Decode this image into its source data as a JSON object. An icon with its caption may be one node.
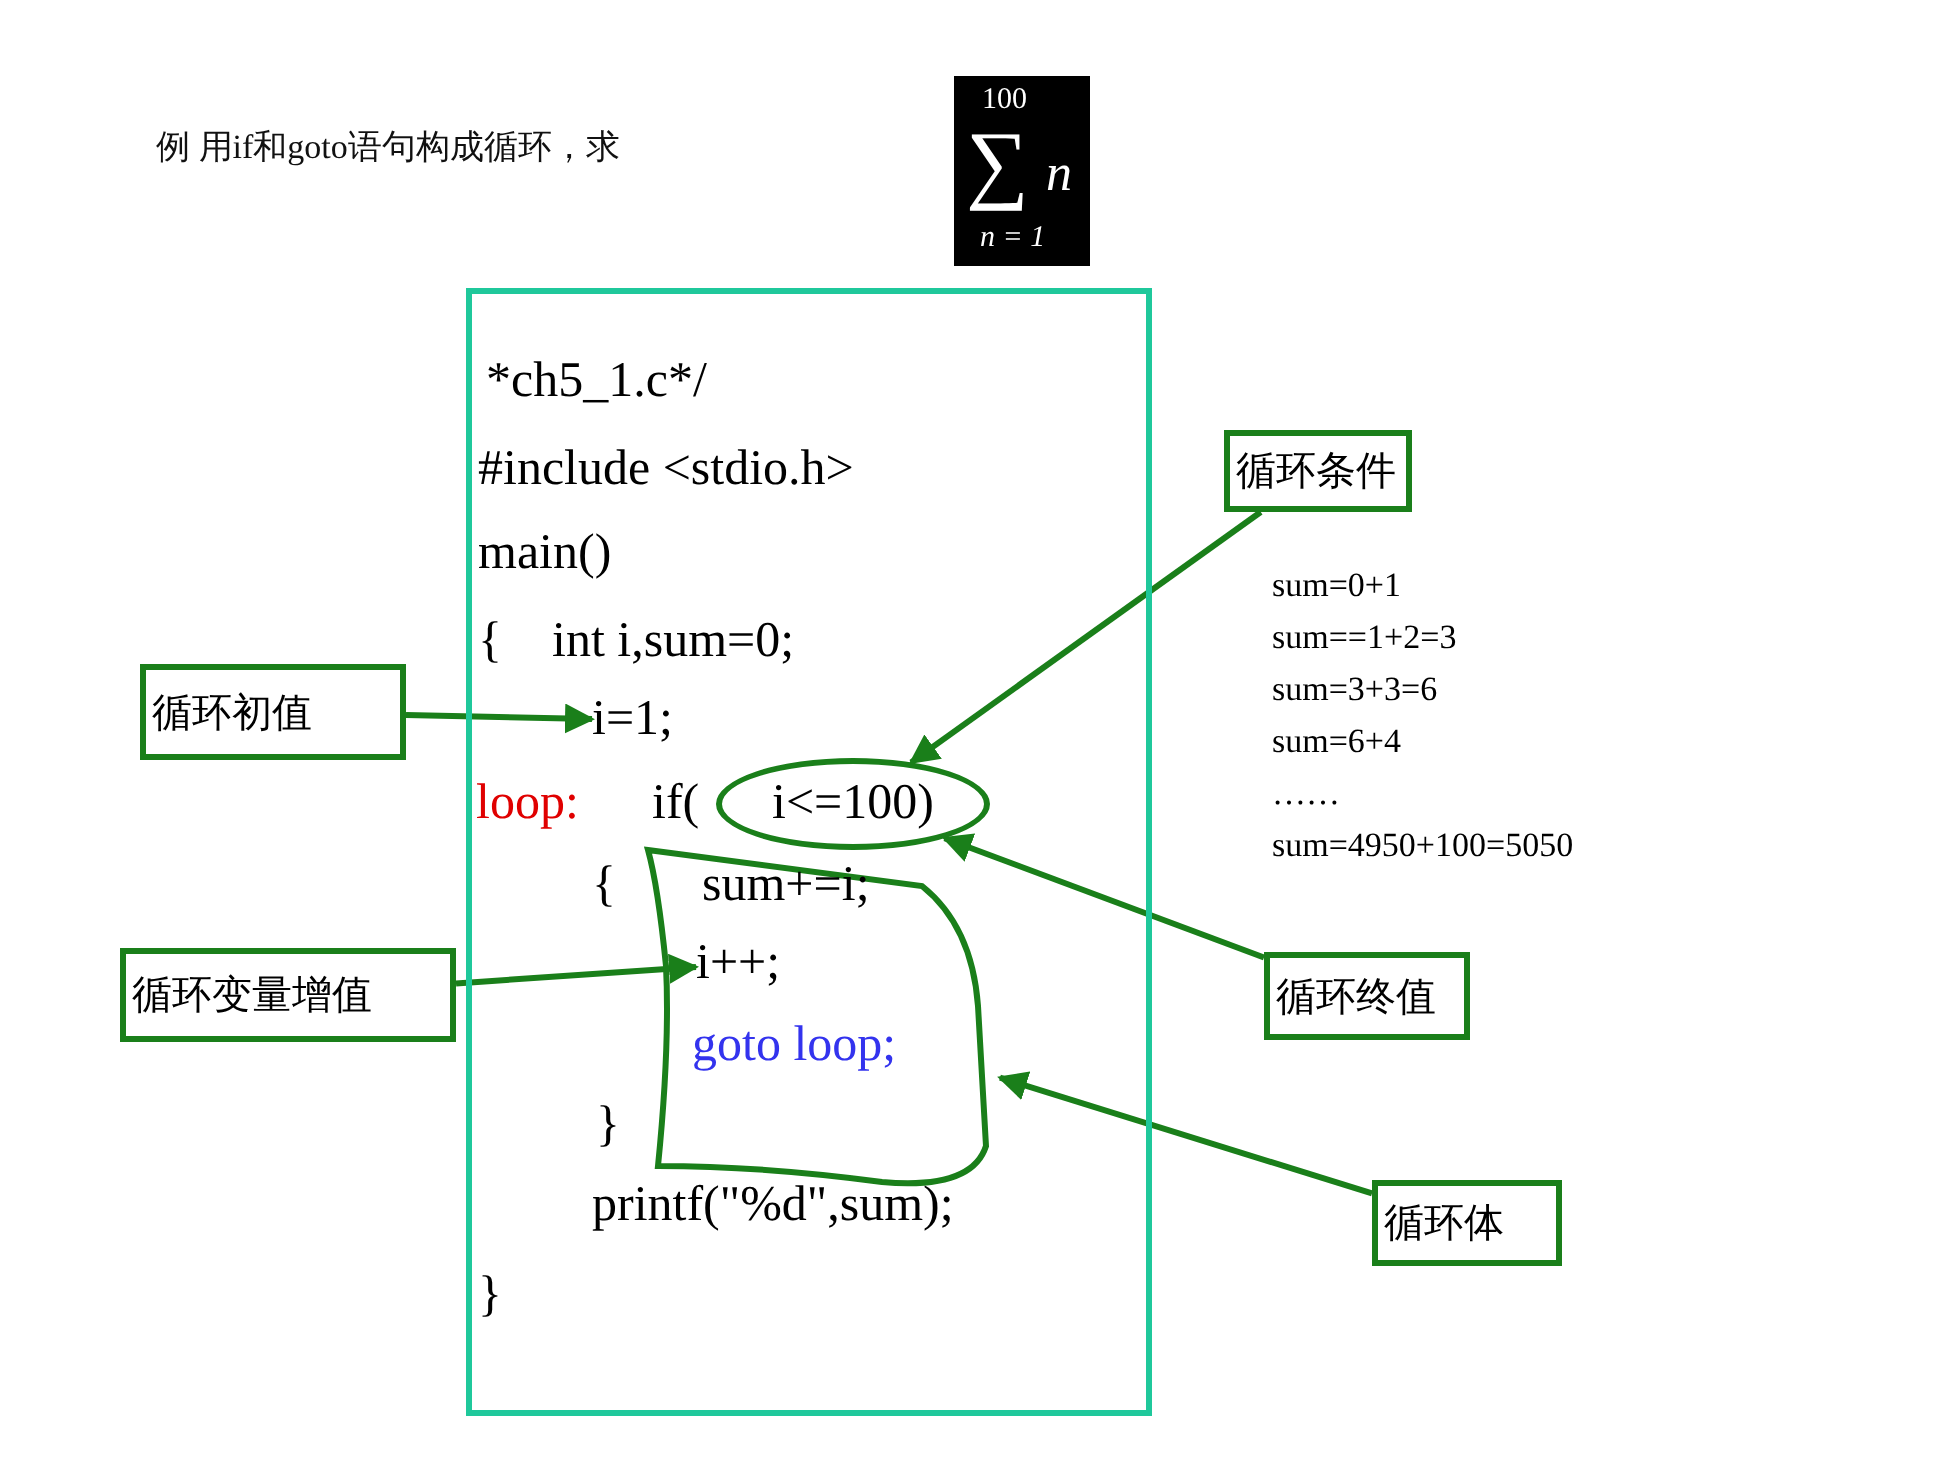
{
  "diagram": {
    "title": "例 用if和goto语句构成循环，求",
    "nodes": [
      {
        "text": [
          "*ch5_1.c*/",
          "#include <stdio.h>",
          "main()",
          "{    int i,sum=0;",
          "loop:",
          "if(",
          "{",
          "}",
          "printf(\"%d\",sum);",
          "}"
        ]
      },
      {
        "text": [
          "i=1;"
        ],
        "in": 0
      },
      {
        "text": [
          "i<=100)"
        ],
        "in": 0
      },
      {
        "text": [
          "sum+=i;",
          "goto loop;"
        ],
        "in": 0
      },
      {
        "text": [
          "i++;"
        ],
        "in": 3
      },
      {
        "text": [
          "循环初值"
        ]
      },
      {
        "text": [
          "循环条件"
        ]
      },
      {
        "text": [
          "循环变量增值"
        ]
      },
      {
        "text": [
          "循环终值"
        ]
      },
      {
        "text": [
          "循环体"
        ]
      }
    ],
    "edges": [
      {
        "from": 5,
        "to": 1,
        "arrow": "to"
      },
      {
        "from": 6,
        "to": 2,
        "arrow": "to"
      },
      {
        "from": 7,
        "to": 4,
        "arrow": "to"
      },
      {
        "from": 8,
        "to": 2,
        "arrow": "to"
      },
      {
        "from": 9,
        "to": 3,
        "arrow": "to"
      }
    ],
    "labels": [
      "100",
      "∑",
      "n = 1",
      "n",
      "sum=0+1",
      "sum==1+2=3",
      "sum=3+3=6",
      "sum=6+4",
      "……",
      "sum=4950+100=5050"
    ]
  }
}
